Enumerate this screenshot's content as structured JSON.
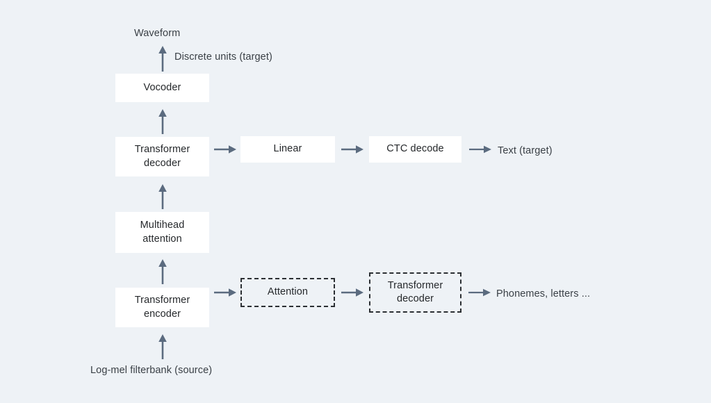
{
  "diagram": {
    "background_color": "#eef2f6",
    "box_fill": "#ffffff",
    "arrow_color": "#5b6b7f",
    "text_color": "#25282b",
    "dashed_border_color": "#2b2f33",
    "nodes": [
      {
        "id": "vocoder",
        "label": "Vocoder",
        "style": "solid"
      },
      {
        "id": "transformer-decoder",
        "label": "Transformer\ndecoder",
        "style": "solid"
      },
      {
        "id": "multihead-attention",
        "label": "Multihead\nattention",
        "style": "solid"
      },
      {
        "id": "transformer-encoder",
        "label": "Transformer\nencoder",
        "style": "solid"
      },
      {
        "id": "linear",
        "label": "Linear",
        "style": "solid"
      },
      {
        "id": "ctc-decode",
        "label": "CTC decode",
        "style": "solid"
      },
      {
        "id": "attention",
        "label": "Attention",
        "style": "dashed"
      },
      {
        "id": "transformer-decoder-aux",
        "label": "Transformer\ndecoder",
        "style": "dashed"
      }
    ],
    "labels": [
      {
        "id": "waveform",
        "text": "Waveform"
      },
      {
        "id": "discrete-units",
        "text": "Discrete units (target)"
      },
      {
        "id": "text-target",
        "text": "Text (target)"
      },
      {
        "id": "phonemes",
        "text": "Phonemes, letters ..."
      },
      {
        "id": "log-mel",
        "text": "Log-mel filterbank (source)"
      }
    ],
    "edges": [
      {
        "id": "encoder-to-multihead",
        "from": "transformer-encoder",
        "to": "multihead-attention",
        "direction": "up"
      },
      {
        "id": "multihead-to-decoder",
        "from": "multihead-attention",
        "to": "transformer-decoder",
        "direction": "up"
      },
      {
        "id": "decoder-to-vocoder",
        "from": "transformer-decoder",
        "to": "vocoder",
        "direction": "up"
      },
      {
        "id": "vocoder-to-waveform",
        "from": "vocoder",
        "to": "waveform",
        "direction": "up"
      },
      {
        "id": "logmel-to-encoder",
        "from": "log-mel",
        "to": "transformer-encoder",
        "direction": "up"
      },
      {
        "id": "decoder-to-linear",
        "from": "transformer-decoder",
        "to": "linear",
        "direction": "right"
      },
      {
        "id": "linear-to-ctc",
        "from": "linear",
        "to": "ctc-decode",
        "direction": "right"
      },
      {
        "id": "ctc-to-text",
        "from": "ctc-decode",
        "to": "text-target",
        "direction": "right"
      },
      {
        "id": "encoder-to-attention",
        "from": "transformer-encoder",
        "to": "attention",
        "direction": "right"
      },
      {
        "id": "attention-to-aux-decoder",
        "from": "attention",
        "to": "transformer-decoder-aux",
        "direction": "right"
      },
      {
        "id": "aux-decoder-to-phonemes",
        "from": "transformer-decoder-aux",
        "to": "phonemes",
        "direction": "right"
      }
    ]
  }
}
